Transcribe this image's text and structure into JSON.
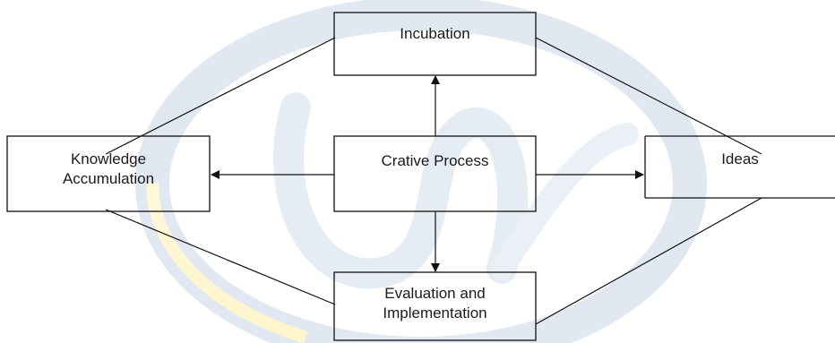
{
  "diagram": {
    "nodes": {
      "incubation": {
        "label": "Incubation"
      },
      "creative_process": {
        "label": "Crative Process"
      },
      "knowledge": {
        "line1": "Knowledge",
        "line2": "Accumulation"
      },
      "ideas": {
        "label": "Ideas"
      },
      "evaluation": {
        "line1": "Evaluation and",
        "line2": "Implementation"
      }
    }
  }
}
